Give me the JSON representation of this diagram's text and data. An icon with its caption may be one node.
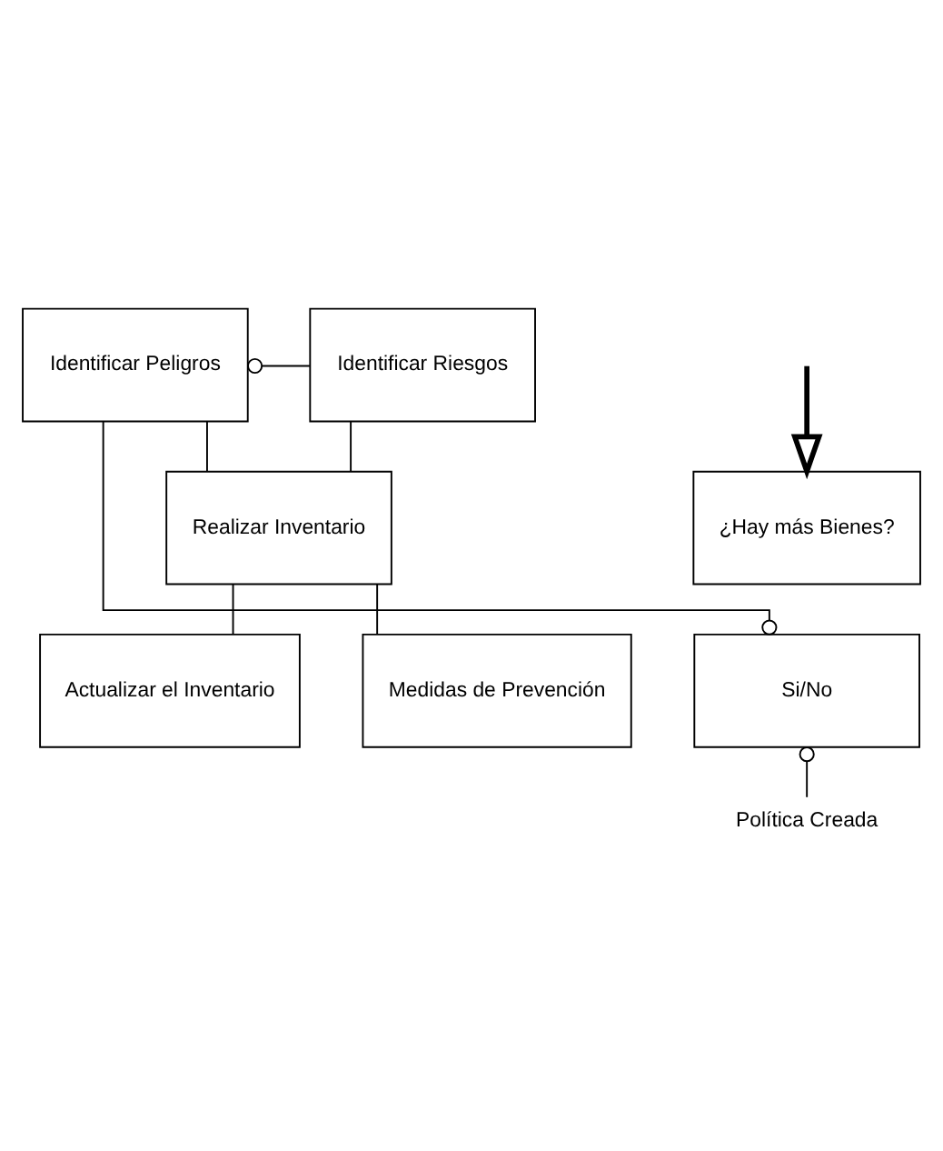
{
  "diagram": {
    "nodes": [
      {
        "text": [
          "Identificar Peligros"
        ]
      },
      {
        "text": [
          "Identificar Riesgos"
        ]
      },
      {
        "text": [
          "Realizar Inventario"
        ]
      },
      {
        "text": [
          "Actualizar el Inventario"
        ]
      },
      {
        "text": [
          "Medidas de Prevención"
        ]
      },
      {
        "text": [
          "¿Hay más Bienes?"
        ]
      },
      {
        "text": [
          "Si/No"
        ]
      },
      {
        "text": [
          "Política Creada"
        ]
      }
    ],
    "edges": [
      {
        "from": 0,
        "to": 1,
        "arrow": "other"
      },
      {
        "from": 0,
        "to": 2,
        "arrow": "none"
      },
      {
        "from": 1,
        "to": 2,
        "arrow": "none"
      },
      {
        "from": 2,
        "to": 3,
        "arrow": "none"
      },
      {
        "from": 2,
        "to": 4,
        "arrow": "none"
      },
      {
        "from": null,
        "to": 5,
        "arrow": "to",
        "style": "thick"
      },
      {
        "from": 6,
        "to": 0,
        "arrow": "other"
      },
      {
        "from": 6,
        "to": 7,
        "arrow": "other"
      }
    ]
  }
}
